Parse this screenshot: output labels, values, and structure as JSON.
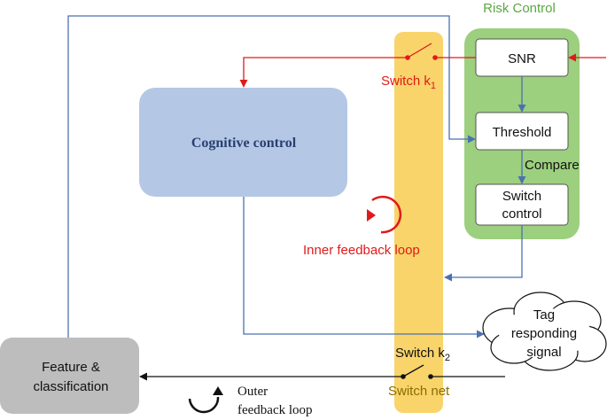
{
  "colors": {
    "blue_line": "#4a72b0",
    "red": "#e01a1a",
    "black": "#111111",
    "green": "#9ccf7e",
    "yellow": "#f9d46a",
    "light_blue": "#b4c8e6",
    "gray": "#bdbdbd",
    "switch_net_text": "#8a6d00"
  },
  "labels": {
    "risk_control": "Risk Control",
    "snr": "SNR",
    "threshold": "Threshold",
    "compare": "Compare",
    "switch_control_1": "Switch",
    "switch_control_2": "control",
    "cognitive_control": "Cognitive control",
    "switch_k1": "Switch k",
    "switch_k1_sub": "1",
    "inner_feedback_loop": "Inner feedback loop",
    "tag_1": "Tag",
    "tag_2": "responding",
    "tag_3": "signal",
    "switch_k2": "Switch k",
    "switch_k2_sub": "2",
    "switch_net": "Switch net",
    "feature_1": "Feature &",
    "feature_2": "classification",
    "outer_1": "Outer",
    "outer_2": "feedback loop"
  }
}
